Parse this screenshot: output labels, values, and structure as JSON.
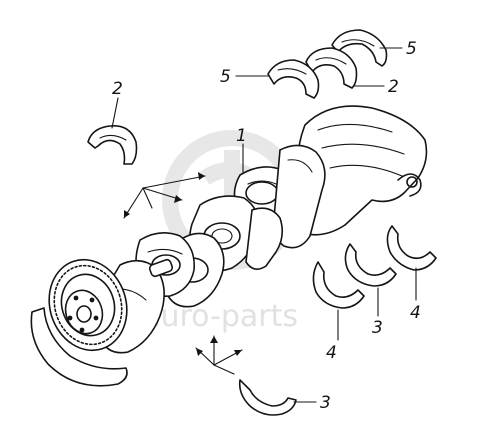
{
  "callouts": [
    {
      "label": "1"
    },
    {
      "label": "2"
    },
    {
      "label": "2"
    },
    {
      "label": "3"
    },
    {
      "label": "3"
    },
    {
      "label": "4"
    },
    {
      "label": "4"
    },
    {
      "label": "5"
    },
    {
      "label": "5"
    }
  ],
  "watermark": {
    "text": "euro-parts"
  },
  "colors": {
    "ink": "#151515",
    "watermark": "#c9c9c9",
    "background": "#ffffff"
  }
}
